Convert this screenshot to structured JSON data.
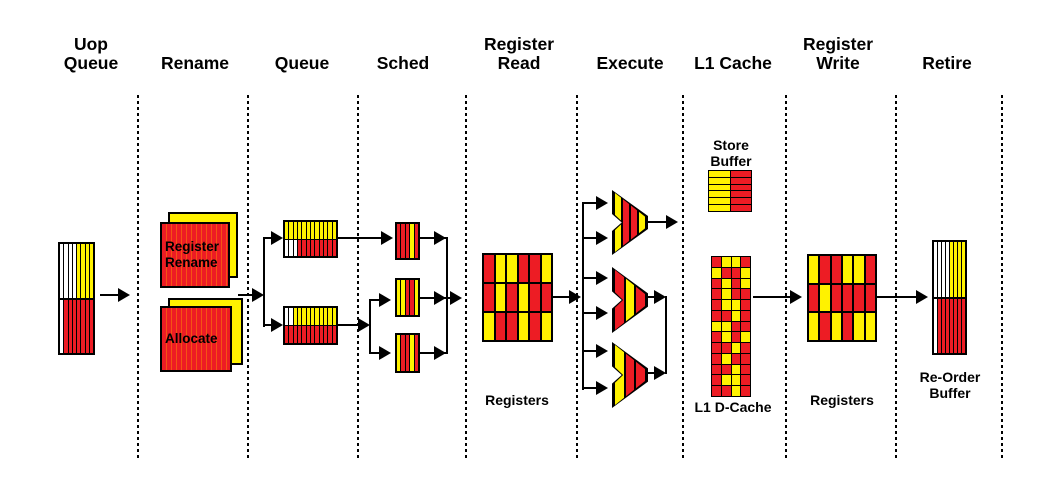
{
  "colors": {
    "red": "#ED1C24",
    "yellow": "#FFF200",
    "white": "#FFFFFF",
    "black": "#000000"
  },
  "stages": [
    {
      "label": "Uop\nQueue"
    },
    {
      "label": "Rename"
    },
    {
      "label": "Queue"
    },
    {
      "label": "Sched"
    },
    {
      "label": "Register\nRead"
    },
    {
      "label": "Execute"
    },
    {
      "label": "L1 Cache"
    },
    {
      "label": "Register\nWrite"
    },
    {
      "label": "Retire"
    }
  ],
  "uop_queue": {
    "top": [
      "white",
      "white",
      "white",
      "white",
      "yellow",
      "yellow",
      "yellow",
      "yellow"
    ],
    "bottom": [
      "white",
      "red",
      "red",
      "red",
      "red",
      "red",
      "red",
      "red"
    ]
  },
  "rename": {
    "register_rename_label": "Register\nRename",
    "allocate_label": "Allocate"
  },
  "queues": {
    "top": {
      "row1": [
        "yellow",
        "yellow",
        "yellow",
        "yellow",
        "yellow",
        "yellow",
        "yellow",
        "yellow",
        "yellow",
        "yellow",
        "yellow",
        "yellow"
      ],
      "row2": [
        "white",
        "white",
        "white",
        "red",
        "red",
        "red",
        "red",
        "red",
        "red",
        "red",
        "red",
        "red"
      ]
    },
    "bottom": {
      "row1": [
        "white",
        "white",
        "yellow",
        "yellow",
        "yellow",
        "yellow",
        "yellow",
        "yellow",
        "yellow",
        "yellow",
        "yellow",
        "yellow"
      ],
      "row2": [
        "red",
        "red",
        "red",
        "red",
        "red",
        "red",
        "red",
        "red",
        "red",
        "red",
        "red",
        "red"
      ]
    }
  },
  "sched": {
    "blocks": [
      [
        "red",
        "red",
        "red",
        "yellow",
        "red"
      ],
      [
        "yellow",
        "yellow",
        "red",
        "red",
        "yellow"
      ],
      [
        "yellow",
        "red",
        "red",
        "yellow",
        "red"
      ]
    ]
  },
  "register_read": {
    "label": "Registers",
    "cells": [
      [
        "red",
        "yellow",
        "yellow",
        "red",
        "red",
        "yellow"
      ],
      [
        "red",
        "yellow",
        "red",
        "yellow",
        "red",
        "red"
      ],
      [
        "yellow",
        "red",
        "red",
        "yellow",
        "red",
        "yellow"
      ]
    ]
  },
  "execute": {
    "alus": [
      [
        "yellow",
        "red",
        "red",
        "yellow"
      ],
      [
        "red",
        "yellow",
        "red"
      ],
      [
        "yellow",
        "red",
        "red"
      ]
    ]
  },
  "l1_cache": {
    "store_buffer_label": "Store\nBuffer",
    "store_buffer_cells": [
      [
        "yellow",
        "red"
      ],
      [
        "yellow",
        "red"
      ],
      [
        "yellow",
        "red"
      ],
      [
        "yellow",
        "red"
      ],
      [
        "yellow",
        "red"
      ],
      [
        "yellow",
        "red"
      ]
    ],
    "dcache_label": "L1 D-Cache",
    "dcache_cells": [
      [
        "red",
        "yellow",
        "yellow",
        "red"
      ],
      [
        "yellow",
        "red",
        "red",
        "yellow"
      ],
      [
        "red",
        "yellow",
        "red",
        "yellow"
      ],
      [
        "red",
        "yellow",
        "red",
        "red"
      ],
      [
        "red",
        "yellow",
        "yellow",
        "red"
      ],
      [
        "red",
        "red",
        "yellow",
        "red"
      ],
      [
        "yellow",
        "yellow",
        "red",
        "red"
      ],
      [
        "red",
        "yellow",
        "red",
        "yellow"
      ],
      [
        "red",
        "red",
        "yellow",
        "red"
      ],
      [
        "red",
        "yellow",
        "red",
        "red"
      ],
      [
        "red",
        "red",
        "yellow",
        "red"
      ],
      [
        "red",
        "yellow",
        "yellow",
        "red"
      ],
      [
        "red",
        "red",
        "yellow",
        "red"
      ]
    ]
  },
  "register_write": {
    "label": "Registers",
    "cells": [
      [
        "yellow",
        "red",
        "red",
        "yellow",
        "yellow",
        "red"
      ],
      [
        "red",
        "yellow",
        "red",
        "red",
        "red",
        "red"
      ],
      [
        "yellow",
        "red",
        "yellow",
        "red",
        "yellow",
        "yellow"
      ]
    ]
  },
  "retire": {
    "label": "Re-Order\nBuffer",
    "top": [
      "white",
      "white",
      "white",
      "white",
      "yellow",
      "yellow",
      "yellow",
      "yellow"
    ],
    "bottom": [
      "white",
      "red",
      "red",
      "red",
      "red",
      "red",
      "red",
      "red"
    ]
  }
}
